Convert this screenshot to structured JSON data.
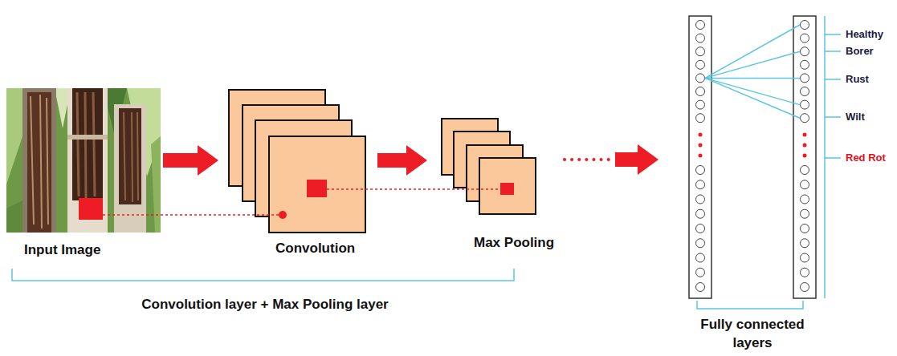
{
  "diagram": {
    "nodes": [
      {
        "text": [
          "Input Image"
        ]
      },
      {
        "text": [
          "Convolution"
        ]
      },
      {
        "text": [
          "Max Pooling"
        ]
      },
      {
        "text": [
          "Fully connected layers"
        ]
      }
    ],
    "edges": [
      {
        "from": 0,
        "to": 1,
        "arrow": "to"
      },
      {
        "from": 1,
        "to": 2,
        "arrow": "to"
      },
      {
        "from": 2,
        "to": 3,
        "arrow": "to"
      }
    ],
    "labels": [
      "Convolution layer + Max Pooling layer",
      "Healthy",
      "Borer",
      "Rust",
      "Wilt",
      "Red Rot"
    ]
  }
}
